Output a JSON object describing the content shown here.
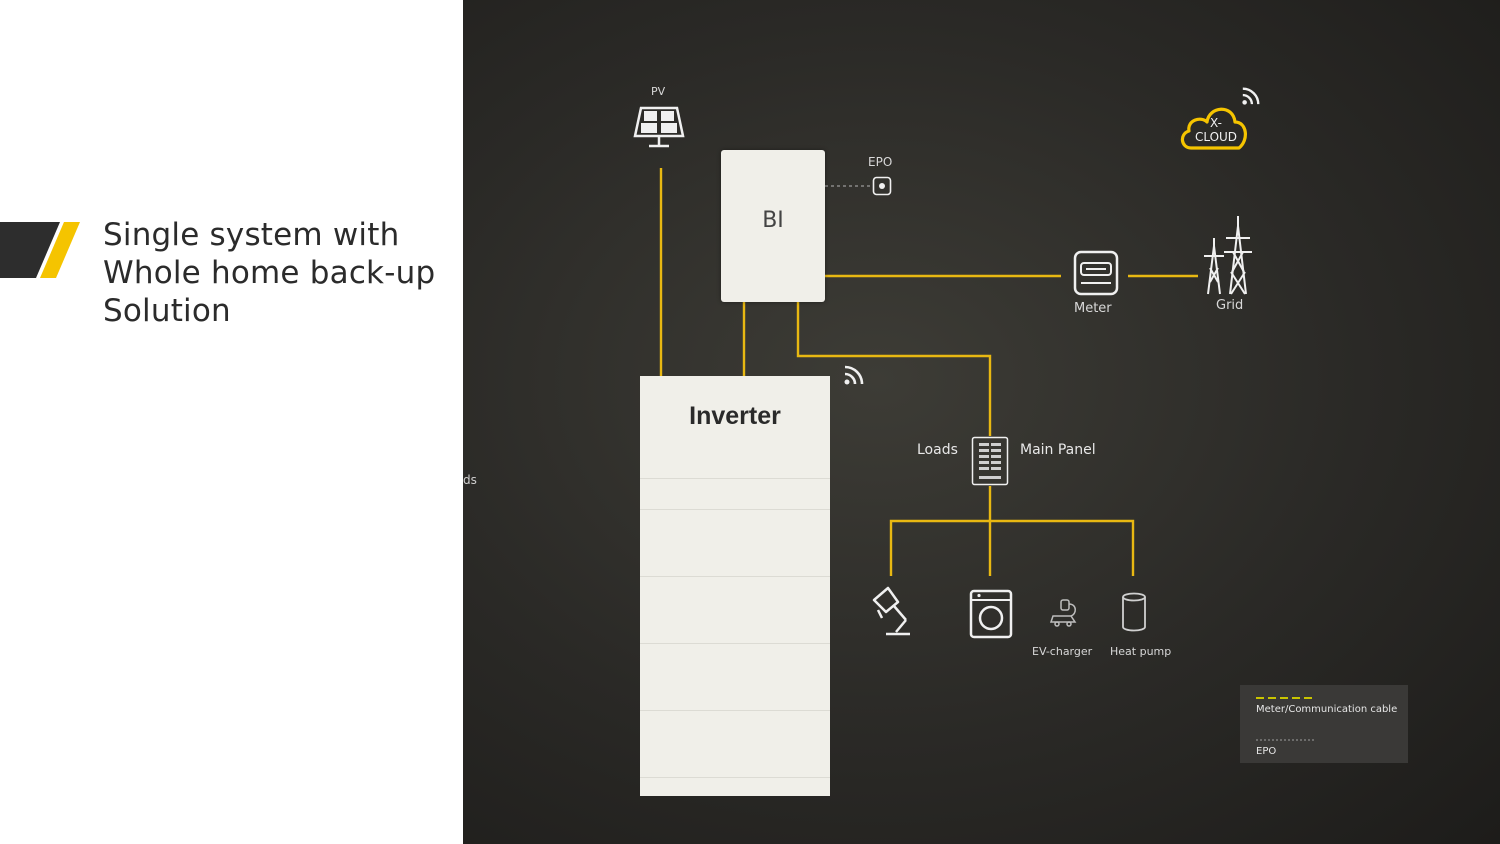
{
  "slide": {
    "title_lines": [
      "Single system with",
      "Whole home back-up",
      "Solution"
    ]
  },
  "diagram": {
    "pv_label": "PV",
    "epo_label": "EPO",
    "bi_label": "BI",
    "inverter_label": "Inverter",
    "cloud_label_line1": "X-",
    "cloud_label_line2": "CLOUD",
    "meter_label": "Meter",
    "grid_label": "Grid",
    "loads_label": "Loads",
    "main_panel_label": "Main Panel",
    "ev_charger_label": "EV-charger",
    "heat_pump_label": "Heat pump",
    "cut_off_text": "ds",
    "legend": {
      "row1": "Meter/Communication cable",
      "row2": "EPO"
    }
  },
  "colors": {
    "accent_yellow": "#f5c400",
    "accent_dark": "#2d2d2d",
    "line_yellow": "#e8b812",
    "background_dark": "#2a2926"
  },
  "icons": [
    "solar-panel-icon",
    "epo-button-icon",
    "wifi-icon",
    "cloud-icon",
    "meter-icon",
    "pylon-icon",
    "main-panel-icon",
    "lamp-icon",
    "washing-machine-icon",
    "ev-charger-icon",
    "heat-pump-icon"
  ]
}
